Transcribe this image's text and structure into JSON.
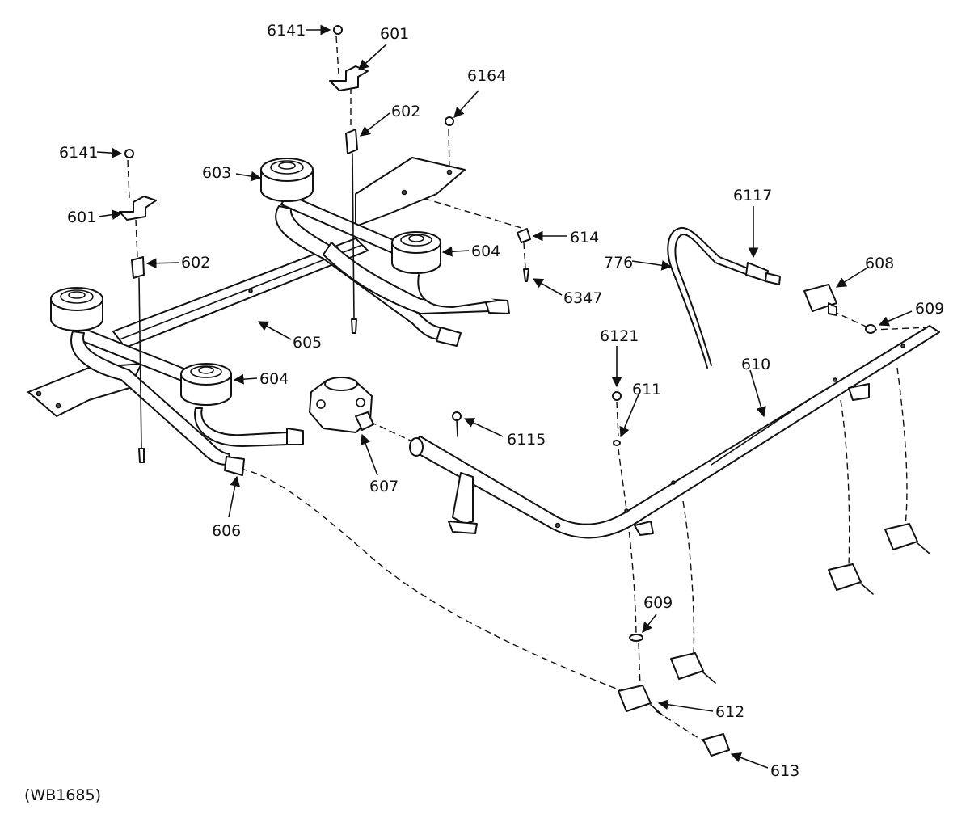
{
  "diagram": {
    "reference_code": "(WB1685)",
    "callouts": [
      {
        "id": "c-6141-top",
        "label": "6141"
      },
      {
        "id": "c-601-top",
        "label": "601"
      },
      {
        "id": "c-6164",
        "label": "6164"
      },
      {
        "id": "c-602-top",
        "label": "602"
      },
      {
        "id": "c-6141-left",
        "label": "6141"
      },
      {
        "id": "c-603",
        "label": "603"
      },
      {
        "id": "c-601-left",
        "label": "601"
      },
      {
        "id": "c-602-left",
        "label": "602"
      },
      {
        "id": "c-614",
        "label": "614"
      },
      {
        "id": "c-604-right",
        "label": "604"
      },
      {
        "id": "c-6347",
        "label": "6347"
      },
      {
        "id": "c-605",
        "label": "605"
      },
      {
        "id": "c-604-front",
        "label": "604"
      },
      {
        "id": "c-606",
        "label": "606"
      },
      {
        "id": "c-607",
        "label": "607"
      },
      {
        "id": "c-6115",
        "label": "6115"
      },
      {
        "id": "c-6121",
        "label": "6121"
      },
      {
        "id": "c-611",
        "label": "611"
      },
      {
        "id": "c-6117",
        "label": "6117"
      },
      {
        "id": "c-776",
        "label": "776"
      },
      {
        "id": "c-608",
        "label": "608"
      },
      {
        "id": "c-609-right",
        "label": "609"
      },
      {
        "id": "c-610",
        "label": "610"
      },
      {
        "id": "c-609-bottom",
        "label": "609"
      },
      {
        "id": "c-612",
        "label": "612"
      },
      {
        "id": "c-613",
        "label": "613"
      }
    ]
  }
}
